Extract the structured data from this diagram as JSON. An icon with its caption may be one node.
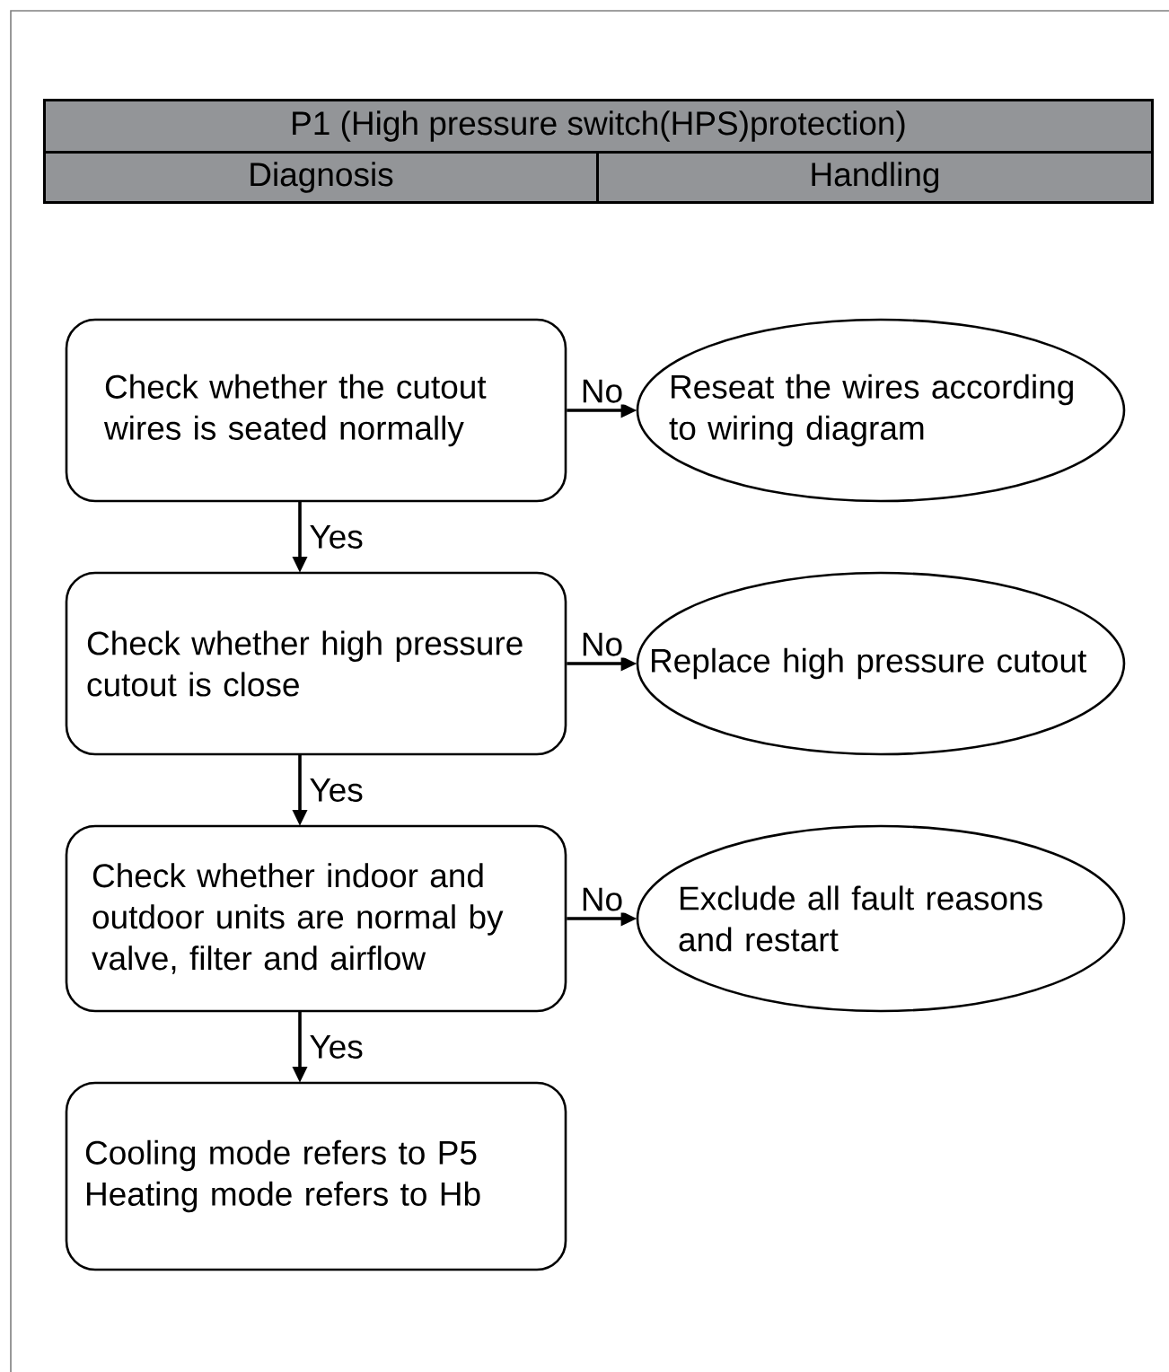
{
  "diagram": {
    "nodes": [
      {
        "text": [
          "Check whether the cutout wires is seated normally"
        ]
      },
      {
        "text": [
          "Reseat the wires according to wiring diagram"
        ]
      },
      {
        "text": [
          "Check whether high pressure cutout is close"
        ]
      },
      {
        "text": [
          "Replace high pressure cutout"
        ]
      },
      {
        "text": [
          "Check whether indoor  and outdoor units are normal by valve, filter and airflow"
        ]
      },
      {
        "text": [
          "Exclude all fault reasons and restart"
        ]
      },
      {
        "text": [
          "Cooling mode refers to P5 Heating mode refers to Hb"
        ]
      }
    ],
    "edges": [
      {
        "from": 0,
        "to": 1,
        "arrow": "to",
        "label": "No"
      },
      {
        "from": 0,
        "to": 2,
        "arrow": "to",
        "label": "Yes"
      },
      {
        "from": 2,
        "to": 3,
        "arrow": "to",
        "label": "No"
      },
      {
        "from": 2,
        "to": 4,
        "arrow": "to",
        "label": "Yes"
      },
      {
        "from": 4,
        "to": 5,
        "arrow": "to",
        "label": "No"
      },
      {
        "from": 4,
        "to": 6,
        "arrow": "to",
        "label": "Yes"
      }
    ],
    "labels": [
      "P1 (High pressure switch(HPS)protection)",
      "Diagnosis",
      "Handling"
    ]
  }
}
